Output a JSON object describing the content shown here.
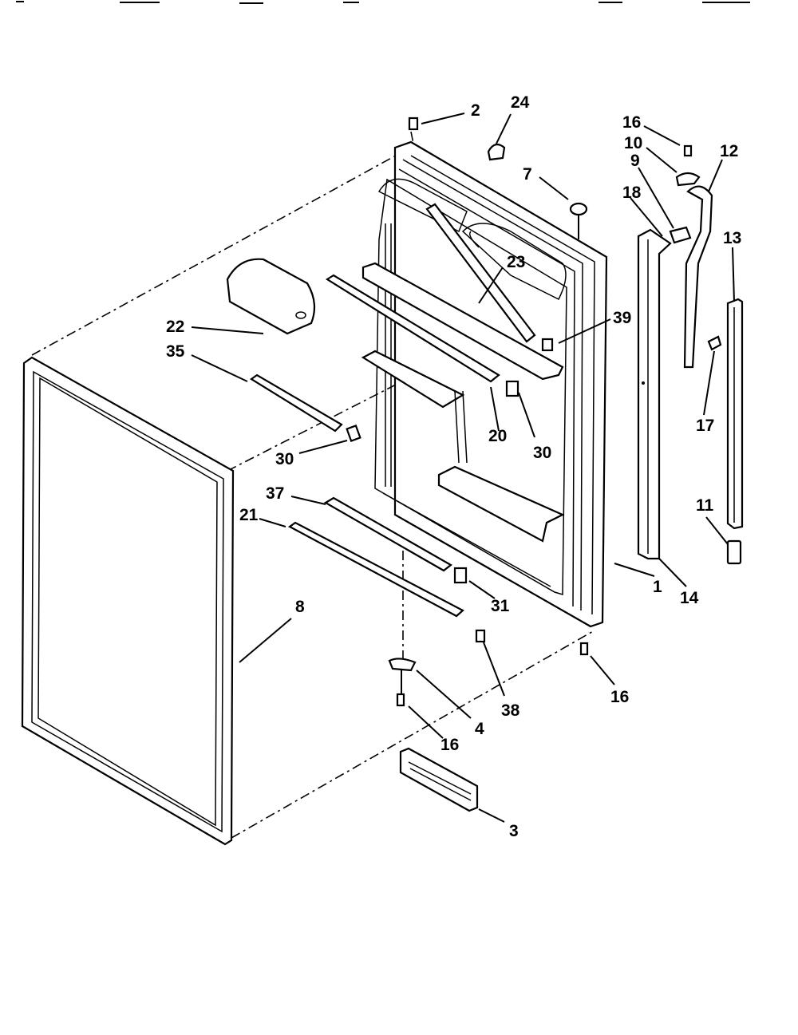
{
  "diagram": {
    "callouts": [
      {
        "id": "c-2",
        "text": "2"
      },
      {
        "id": "c-24",
        "text": "24"
      },
      {
        "id": "c-7",
        "text": "7"
      },
      {
        "id": "c-16a",
        "text": "16"
      },
      {
        "id": "c-10",
        "text": "10"
      },
      {
        "id": "c-12",
        "text": "12"
      },
      {
        "id": "c-9",
        "text": "9"
      },
      {
        "id": "c-18",
        "text": "18"
      },
      {
        "id": "c-13",
        "text": "13"
      },
      {
        "id": "c-23",
        "text": "23"
      },
      {
        "id": "c-39",
        "text": "39"
      },
      {
        "id": "c-22",
        "text": "22"
      },
      {
        "id": "c-35",
        "text": "35"
      },
      {
        "id": "c-20",
        "text": "20"
      },
      {
        "id": "c-30a",
        "text": "30"
      },
      {
        "id": "c-30b",
        "text": "30"
      },
      {
        "id": "c-17",
        "text": "17"
      },
      {
        "id": "c-37",
        "text": "37"
      },
      {
        "id": "c-21",
        "text": "21"
      },
      {
        "id": "c-11",
        "text": "11"
      },
      {
        "id": "c-31",
        "text": "31"
      },
      {
        "id": "c-1",
        "text": "1"
      },
      {
        "id": "c-14",
        "text": "14"
      },
      {
        "id": "c-8",
        "text": "8"
      },
      {
        "id": "c-38",
        "text": "38"
      },
      {
        "id": "c-16b",
        "text": "16"
      },
      {
        "id": "c-4",
        "text": "4"
      },
      {
        "id": "c-16c",
        "text": "16"
      },
      {
        "id": "c-3",
        "text": "3"
      }
    ]
  }
}
